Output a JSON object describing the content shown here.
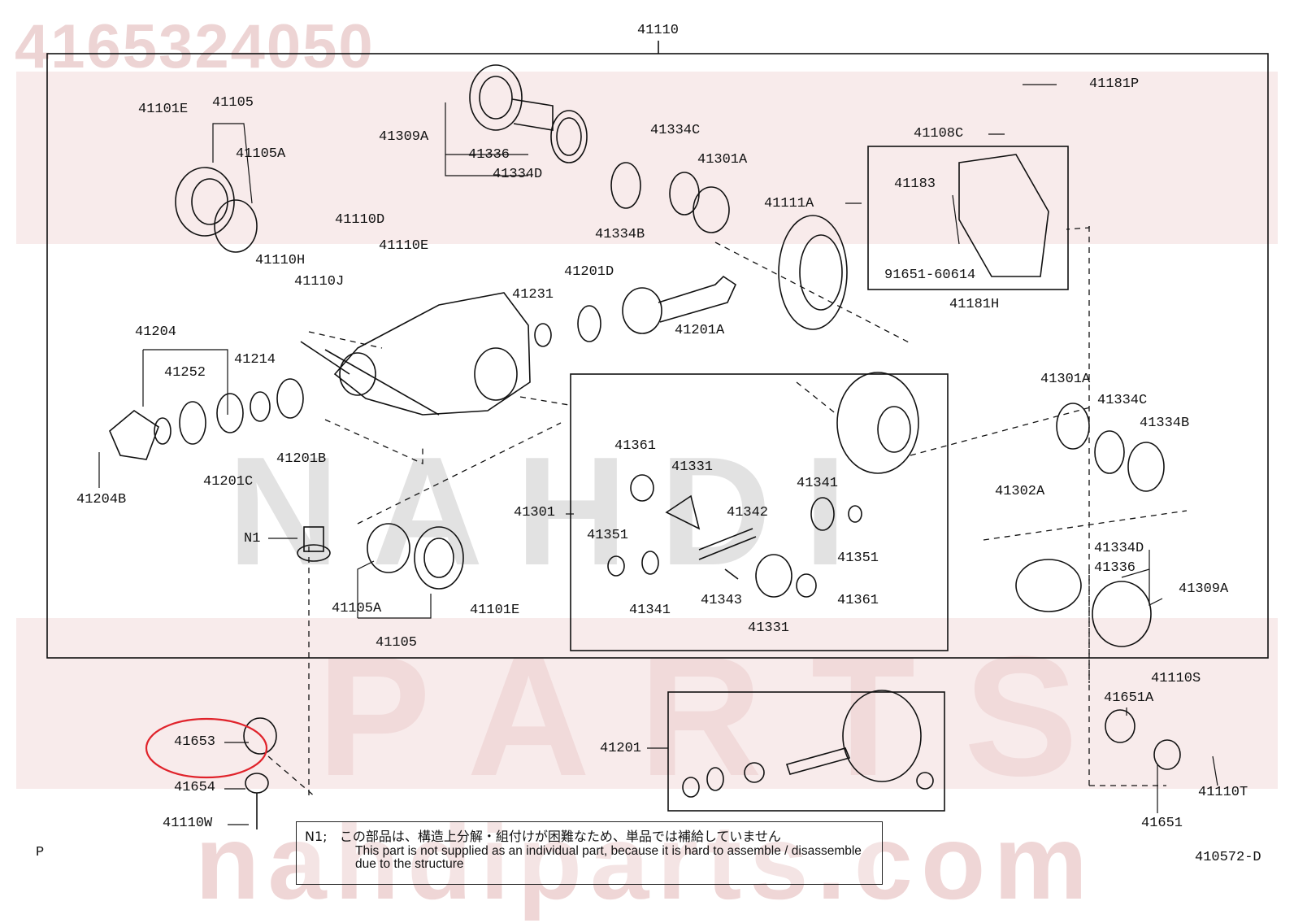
{
  "watermark": {
    "part_number": "4165324050",
    "brand_line_1": "NAHDI",
    "brand_line_2": "PARTS",
    "site": "nahdiparts.com",
    "band_color": "#f3dada"
  },
  "diagram": {
    "assembly_label": "41110",
    "figure_code": "410572-D",
    "page_marker": "P",
    "highlight_color": "#e0232b",
    "highlighted_part": "41653"
  },
  "labels": [
    "41110",
    "41181P",
    "41101E",
    "41105",
    "41105A",
    "41309A",
    "41336",
    "41334D",
    "41334C",
    "41301A",
    "41108C",
    "41183",
    "41111A",
    "41334B",
    "91651-60614",
    "41181H",
    "41110D",
    "41110E",
    "41110H",
    "41110J",
    "41201D",
    "41231",
    "41201A",
    "41204",
    "41214",
    "41252",
    "41201B",
    "41201C",
    "41204B",
    "41301A",
    "41334C",
    "41334B",
    "41302A",
    "41361",
    "41331",
    "41301",
    "41342",
    "41341",
    "41351",
    "41351",
    "41341",
    "41343",
    "41361",
    "41331",
    "N1",
    "41105A",
    "41101E",
    "41105",
    "41334D",
    "41336",
    "41309A",
    "41110S",
    "41651A",
    "41201",
    "41653",
    "41654",
    "41110W",
    "41110T",
    "41651"
  ],
  "note": {
    "marker": "N1;",
    "japanese": "この部品は、構造上分解・組付けが困難なため、単品では補給していません",
    "english": "This part is not supplied as an individual part, because it is hard to assemble / disassemble due to the structure"
  }
}
